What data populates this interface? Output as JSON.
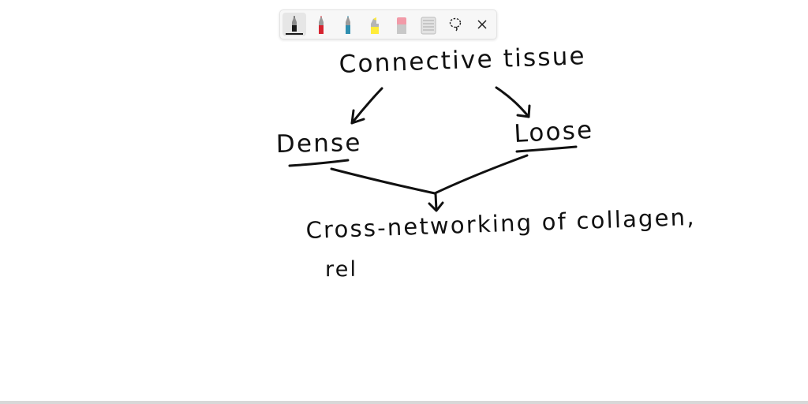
{
  "toolbar": {
    "tools": [
      {
        "name": "black-pen",
        "color": "#1a1a1a",
        "active": true
      },
      {
        "name": "red-pen",
        "color": "#d62430",
        "active": false
      },
      {
        "name": "blue-pen",
        "color": "#2f8fb0",
        "active": false
      },
      {
        "name": "yellow-highlighter",
        "color": "#ffec3a",
        "active": false
      },
      {
        "name": "eraser",
        "color": "#f29aa8",
        "active": false
      },
      {
        "name": "ruler",
        "color": "#cfcfcf",
        "active": false
      }
    ],
    "lasso_icon": "lasso-select-icon",
    "close_icon": "close-icon"
  },
  "canvas": {
    "ink_color": "#111111",
    "texts": {
      "title": "Connective tissue",
      "left": "Dense",
      "right": "Loose",
      "line1": "Cross-networking of collagen,",
      "line2": "rel"
    }
  }
}
